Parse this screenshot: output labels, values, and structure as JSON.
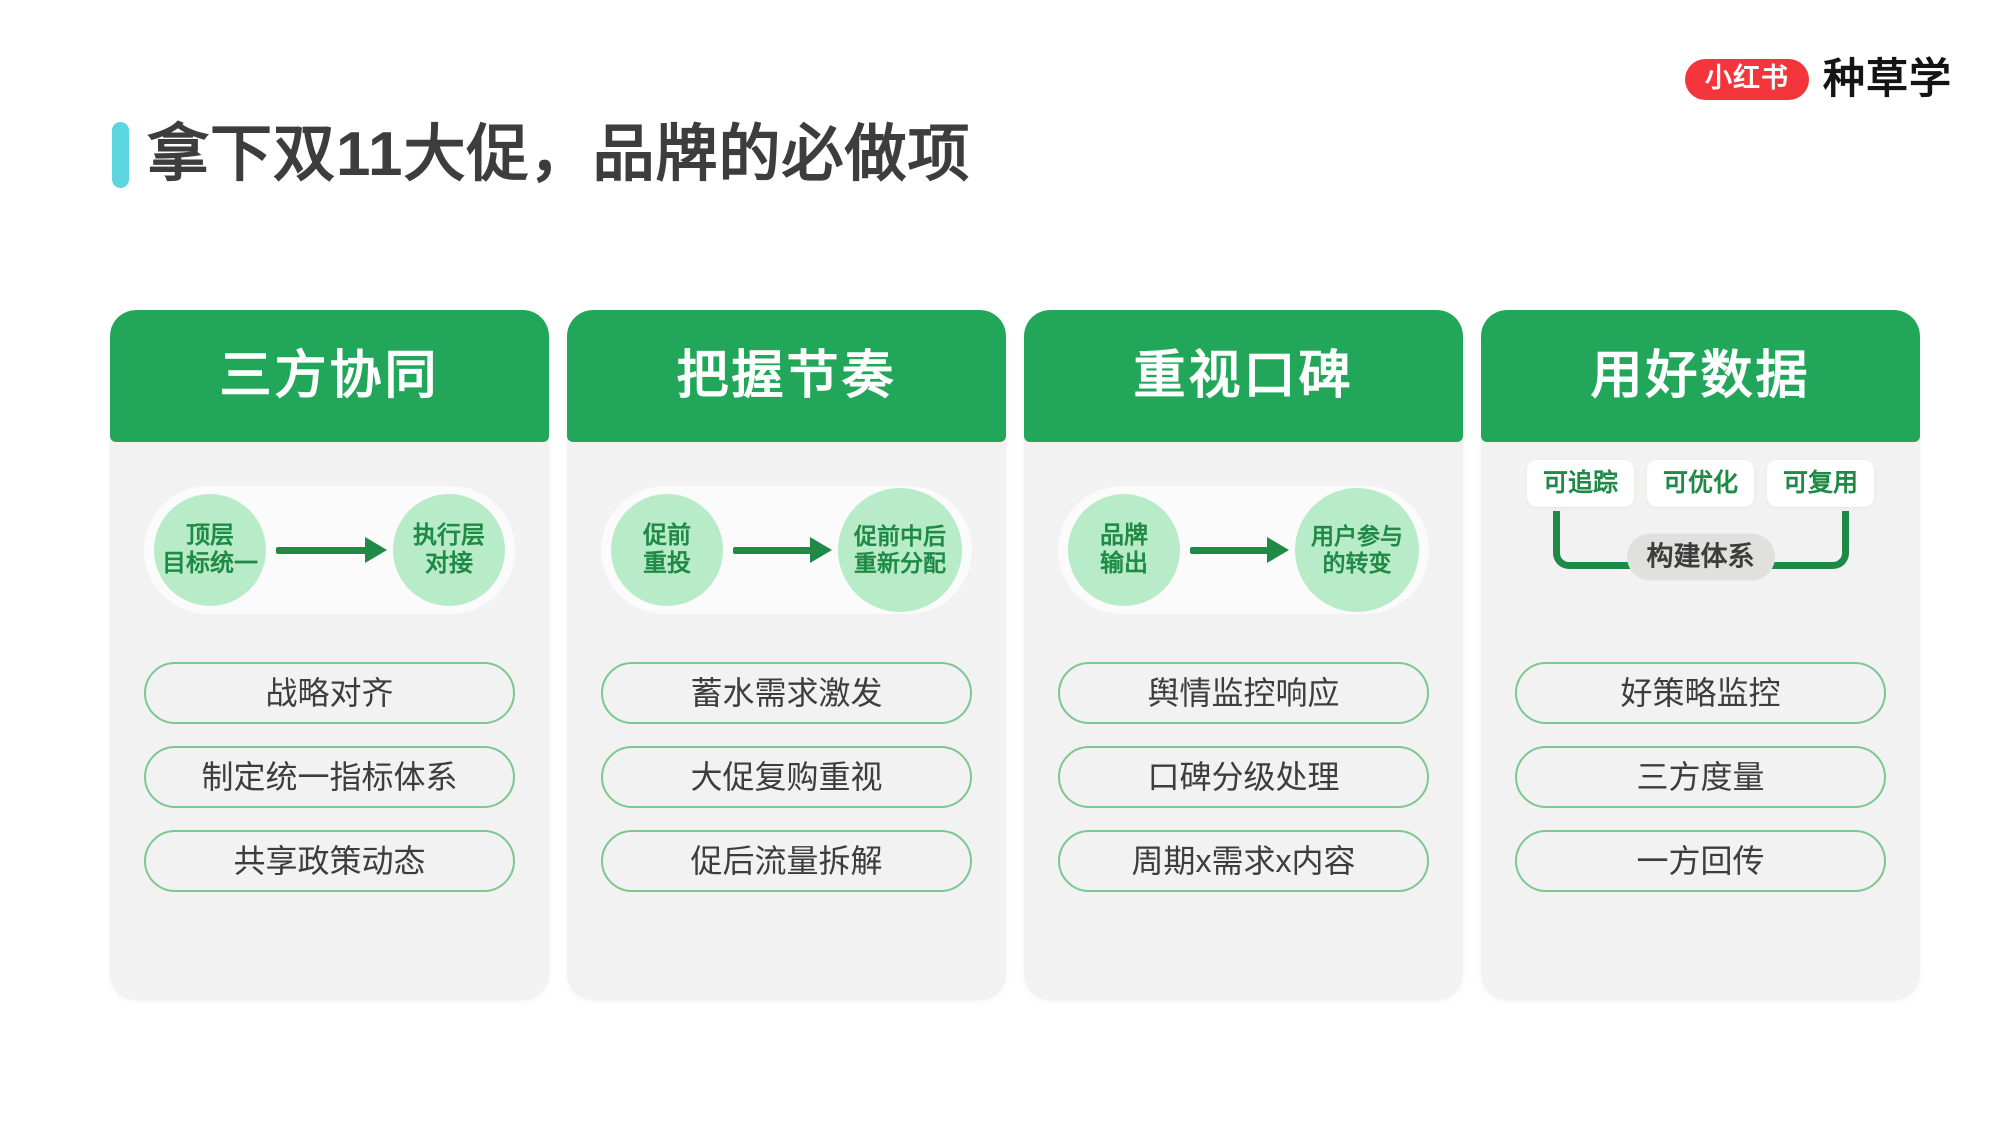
{
  "brand": {
    "pill_text": "小红书",
    "name": "种草学",
    "pill_color": "#F5353C"
  },
  "title": {
    "text": "拿下双11大促，品牌的必做项",
    "accent_color": "#5BD6DE"
  },
  "theme": {
    "header_green": "#22A75A",
    "card_bg": "#F1F2F1",
    "node_green": "#B8EBC7",
    "node_text": "#1E8A46",
    "pill_border": "#7CC88E",
    "text_dark": "#3D3D3D"
  },
  "cards": [
    {
      "header": "三方协同",
      "flow": {
        "type": "arrow",
        "from": [
          "顶层",
          "目标统一"
        ],
        "to": [
          "执行层",
          "对接"
        ]
      },
      "pills": [
        "战略对齐",
        "制定统一指标体系",
        "共享政策动态"
      ]
    },
    {
      "header": "把握节奏",
      "flow": {
        "type": "arrow",
        "from": [
          "促前",
          "重投"
        ],
        "to": [
          "促前中后",
          "重新分配"
        ]
      },
      "pills": [
        "蓄水需求激发",
        "大促复购重视",
        "促后流量拆解"
      ]
    },
    {
      "header": "重视口碑",
      "flow": {
        "type": "arrow",
        "from": [
          "品牌",
          "输出"
        ],
        "to": [
          "用户参与",
          "的转变"
        ]
      },
      "pills": [
        "舆情监控响应",
        "口碑分级处理",
        "周期x需求x内容"
      ]
    },
    {
      "header": "用好数据",
      "flow": {
        "type": "bracket",
        "chips": [
          "可追踪",
          "可优化",
          "可复用"
        ],
        "label": "构建体系"
      },
      "pills": [
        "好策略监控",
        "三方度量",
        "一方回传"
      ]
    }
  ]
}
